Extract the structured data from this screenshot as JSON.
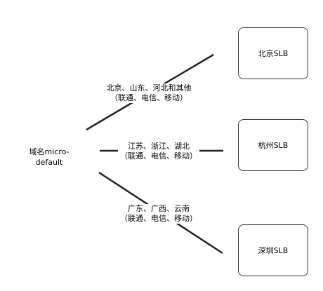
{
  "source": {
    "line1": "域名micro-",
    "line2": "default"
  },
  "targets": [
    {
      "label": "北京SLB"
    },
    {
      "label": "杭州SLB"
    },
    {
      "label": "深圳SLB"
    }
  ],
  "routes": [
    {
      "regions": "北京、山东、河北和其他",
      "carriers": "（联通、电信、移动）"
    },
    {
      "regions": "江苏、浙江、湖北",
      "carriers": "（联通、电信、移动）"
    },
    {
      "regions": "广东、广西、云南",
      "carriers": "（联通、电信、移动）"
    }
  ]
}
